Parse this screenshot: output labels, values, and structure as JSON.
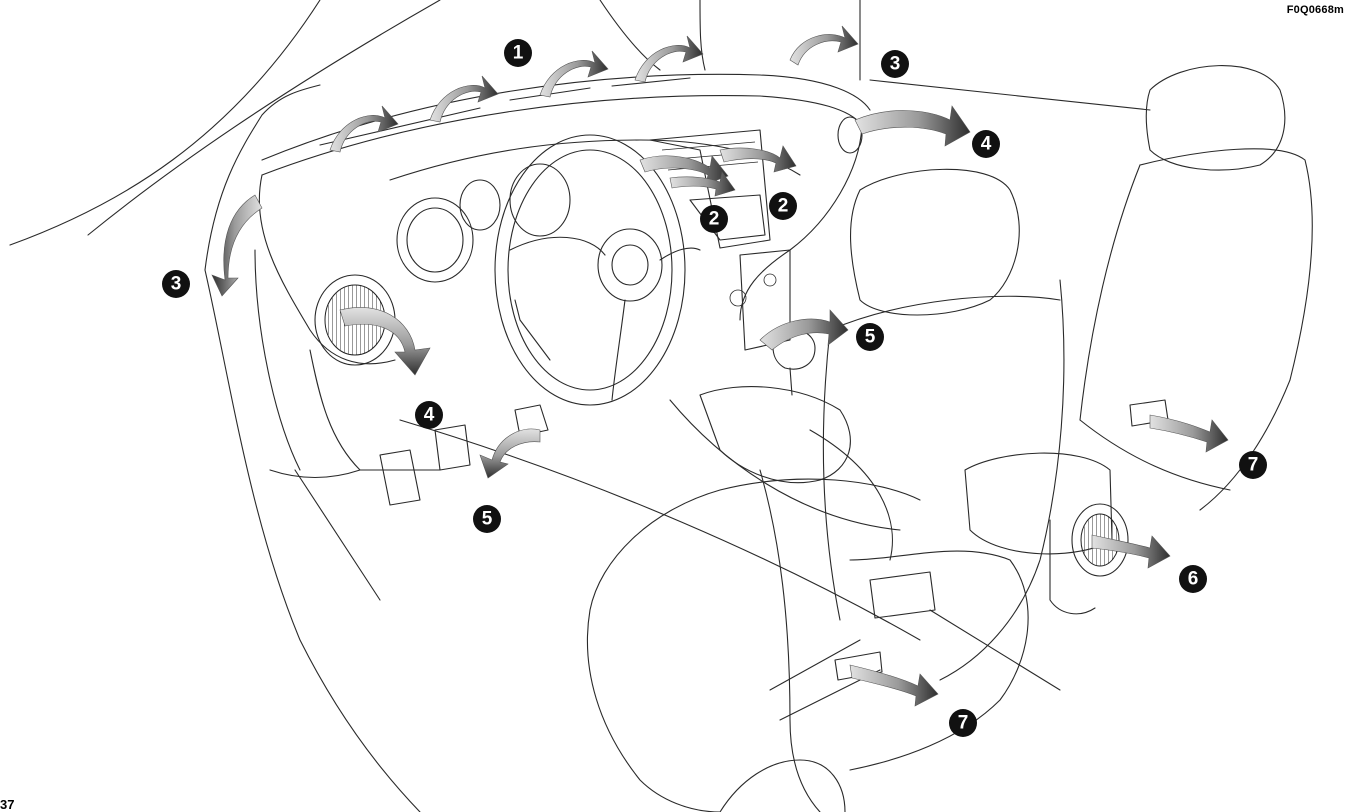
{
  "figure": {
    "reference_code": "F0Q0668m",
    "page_number": "37"
  },
  "markers": [
    {
      "id": "m1",
      "label": "1"
    },
    {
      "id": "m2a",
      "label": "2"
    },
    {
      "id": "m2b",
      "label": "2"
    },
    {
      "id": "m3a",
      "label": "3"
    },
    {
      "id": "m3b",
      "label": "3"
    },
    {
      "id": "m4a",
      "label": "4"
    },
    {
      "id": "m4b",
      "label": "4"
    },
    {
      "id": "m5a",
      "label": "5"
    },
    {
      "id": "m5b",
      "label": "5"
    },
    {
      "id": "m6",
      "label": "6"
    },
    {
      "id": "m7a",
      "label": "7"
    },
    {
      "id": "m7b",
      "label": "7"
    }
  ],
  "colors": {
    "line": "#2a2a2a",
    "marker_fill": "#111111",
    "airflow_light": "#d9d9d9",
    "airflow_dark": "#3c3c3c"
  }
}
